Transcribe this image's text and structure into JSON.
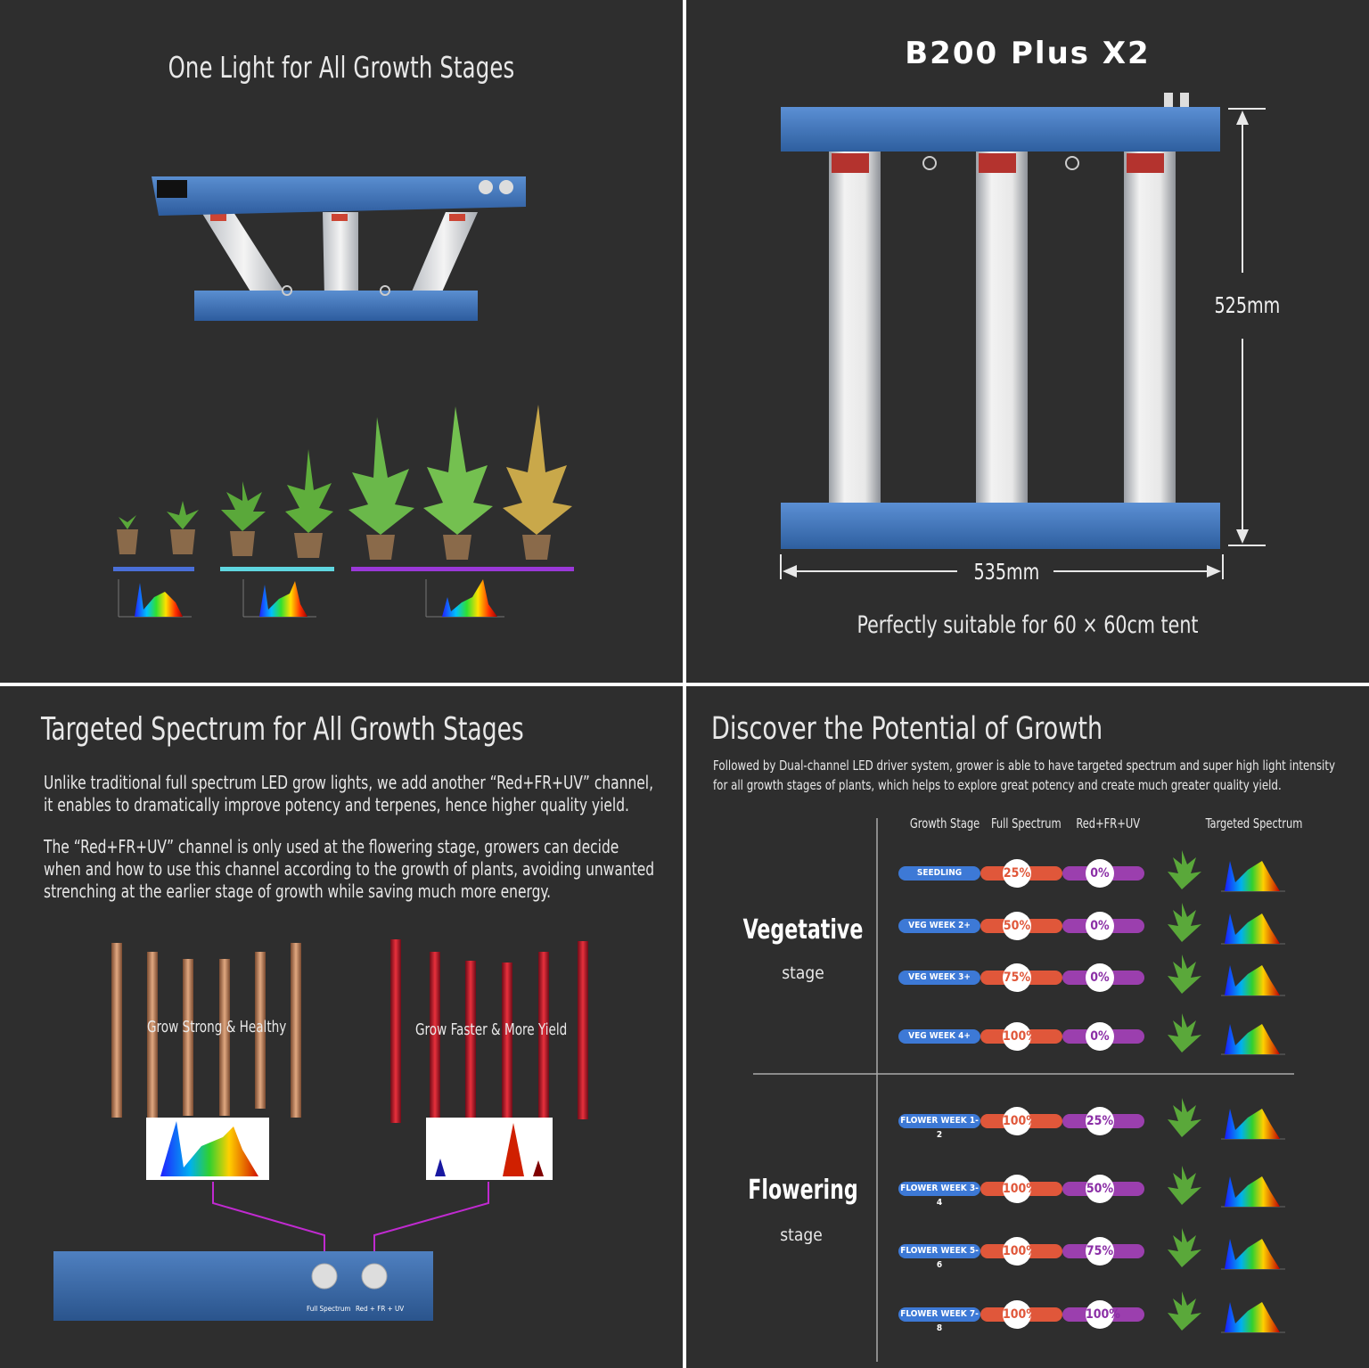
{
  "panel1": {
    "title": "One Light for All Growth Stages",
    "colors": {
      "bar_blue": "#4a6fd8",
      "bar_cyan": "#5fd6e0",
      "bar_purple": "#9a38d8"
    }
  },
  "panel2": {
    "title": "B200 Plus X2",
    "height_label": "525mm",
    "width_label": "535mm",
    "caption": "Perfectly suitable for 60 × 60cm tent"
  },
  "panel3": {
    "title": "Targeted Spectrum for All Growth Stages",
    "paragraph1": [
      "Unlike traditional full spectrum LED grow lights, we add another “Red+FR+UV” channel,",
      "it enables to dramatically improve potency and terpenes, hence higher quality yield."
    ],
    "paragraph2": [
      "The “Red+FR+UV” channel is only used at the flowering stage, growers can decide",
      "when and how to use this channel according to the growth of plants, avoiding unwanted",
      "strenching at the earlier stage of growth while saving much more energy."
    ],
    "label_left": "Grow Strong & Healthy",
    "label_right": "Grow Faster & More Yield",
    "knob_left": "Full Spectrum",
    "knob_right": "Red + FR + UV"
  },
  "panel4": {
    "title": "Discover the Potential of Growth",
    "intro": [
      "Followed by Dual-channel LED driver system, grower is able to have targeted spectrum and super high light intensity",
      "for all growth stages of plants, which helps to explore great potency and create much greater quality yield."
    ],
    "headers": {
      "stage": "Growth Stage",
      "full": "Full Spectrum",
      "red": "Red+FR+UV",
      "targeted": "Targeted Spectrum"
    },
    "vegetative": {
      "name": "Vegetative",
      "sub": "stage"
    },
    "flowering": {
      "name": "Flowering",
      "sub": "stage"
    },
    "rows": [
      {
        "stage": "SEEDLING",
        "full": "25%",
        "red": "0%"
      },
      {
        "stage": "VEG WEEK 2+",
        "full": "50%",
        "red": "0%"
      },
      {
        "stage": "VEG WEEK 3+",
        "full": "75%",
        "red": "0%"
      },
      {
        "stage": "VEG WEEK 4+",
        "full": "100%",
        "red": "0%"
      },
      {
        "stage": "FLOWER WEEK 1-2",
        "full": "100%",
        "red": "25%"
      },
      {
        "stage": "FLOWER WEEK 3-4",
        "full": "100%",
        "red": "50%"
      },
      {
        "stage": "FLOWER WEEK 5-6",
        "full": "100%",
        "red": "75%"
      },
      {
        "stage": "FLOWER WEEK 7-8",
        "full": "100%",
        "red": "100%"
      }
    ],
    "colors": {
      "stage_pill": "#3d79d6",
      "full_pill": "#e0573a",
      "red_pill": "#9b3fae",
      "full_text": "#e0573a",
      "red_text": "#8b2fa6"
    }
  }
}
